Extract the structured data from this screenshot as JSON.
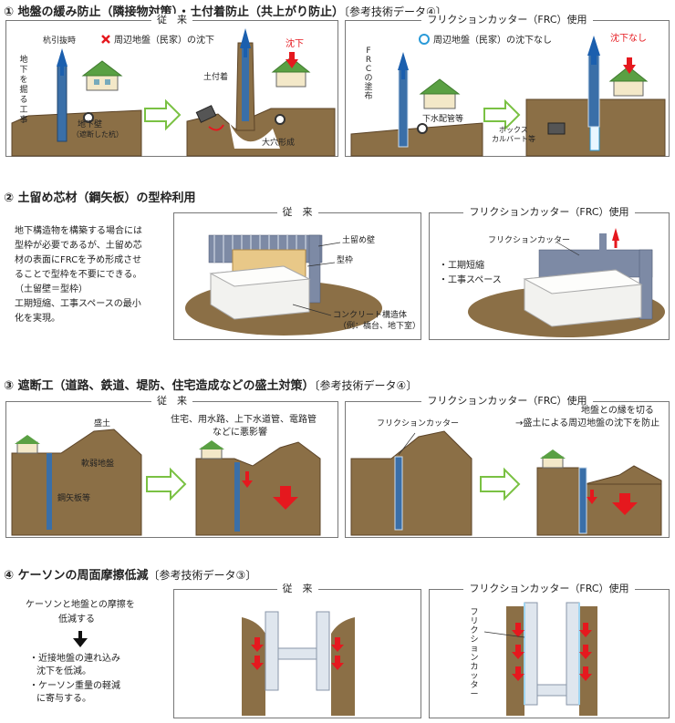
{
  "s1": {
    "title": "① 地盤の緩み防止（隣接物対策）・土付着防止（共上がり防止）",
    "ref": "〔参考技術データ④〕",
    "conv": {
      "header": "従　来",
      "legend": "周辺地盤（民家）の沈下",
      "pull": "杭引抜時",
      "work": [
        "地",
        "下",
        "を",
        "掘",
        "る",
        "工",
        "事"
      ],
      "wall": "地下壁",
      "wall2": "（遮断した杭）",
      "adhesion": "土付着",
      "subsidence": "沈下",
      "hole": "大穴形成"
    },
    "frc": {
      "header": "フリクションカッター（FRC）使用",
      "legend": "周辺地盤（民家）の沈下なし",
      "coat": [
        "F",
        "R",
        "C",
        "の",
        "塗",
        "布"
      ],
      "pipe": "下水配管等",
      "nosub": "沈下なし",
      "box1": "ボックス",
      "box2": "カルバート等"
    }
  },
  "s2": {
    "title": "② 土留め芯材（鋼矢板）の型枠利用",
    "desc": [
      "地下構造物を構築する場合には",
      "型枠が必要であるが、土留め芯",
      "材の表面にFRCを予め形成させ",
      "ることで型枠を不要にできる。",
      "（土留壁＝型枠）",
      "工期短縮、工事スペースの最小",
      "化を実現。"
    ],
    "conv": {
      "header": "従　来",
      "wall": "土留め壁",
      "form": "型枠",
      "concrete": "コンクリート構造体",
      "concrete2": "（例：橋台、地下室）"
    },
    "frc": {
      "header": "フリクションカッター（FRC）使用",
      "cutter": "フリクションカッター",
      "b1": "・工期短縮",
      "b2": "・工事スペース"
    }
  },
  "s3": {
    "title": "③ 遮断工（道路、鉄道、堤防、住宅造成などの盛土対策）",
    "ref": "〔参考技術データ④〕",
    "conv": {
      "header": "従　来",
      "embank": "盛土",
      "soft": "軟弱地盤",
      "sheet": "鋼矢板等",
      "effect1": "住宅、用水路、上下水道管、電路管",
      "effect2": "などに悪影響"
    },
    "frc": {
      "header": "フリクションカッター（FRC）使用",
      "cutter": "フリクションカッター",
      "note1": "地盤との縁を切る",
      "note2": "→盛土による周辺地盤の沈下を防止"
    }
  },
  "s4": {
    "title": "④ ケーソンの周面摩擦低減",
    "ref": "〔参考技術データ③〕",
    "desc1": "ケーソンと地盤との摩擦を",
    "desc2": "低減する",
    "p1": "・近接地盤の連れ込み",
    "p1b": "沈下を低減。",
    "p2": "・ケーソン重量の軽減",
    "p2b": "に寄与する。",
    "conv": {
      "header": "従　来"
    },
    "frc": {
      "header": "フリクションカッター（FRC）使用",
      "cutter": [
        "フ",
        "リ",
        "ク",
        "シ",
        "ョ",
        "ン",
        "カ",
        "ッ",
        "タ",
        "ー"
      ]
    }
  },
  "colors": {
    "soil": "#8b6f46",
    "soil_dark": "#6b5232",
    "arrow_blue": "#1b5fae",
    "arrow_red": "#e5181e",
    "pile": "#3a6fa8"
  }
}
